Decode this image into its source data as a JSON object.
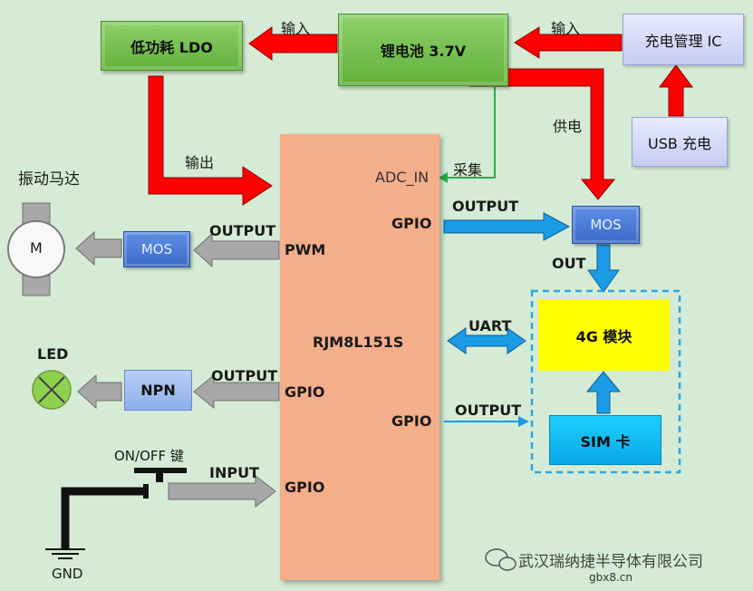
{
  "boxes": {
    "ldo": "低功耗 LDO",
    "battery": "锂电池 3.7V",
    "charge_ic": "充电管理 IC",
    "usb": "USB 充电",
    "mos_top": "MOS",
    "mos_left": "MOS",
    "npn": "NPN",
    "module_4g": "4G 模块",
    "sim": "SIM 卡",
    "mcu": "RJM8L151S",
    "motor": "M"
  },
  "pins": {
    "adc_in": "ADC_IN",
    "gpio_top": "GPIO",
    "pwm": "PWM",
    "gpio_led": "GPIO",
    "gpio_right": "GPIO",
    "gpio_input": "GPIO"
  },
  "labels": {
    "input_ldo": "输入",
    "input_charge": "输入",
    "output_ldo": "输出",
    "supply": "供电",
    "sample": "采集",
    "output_mos": "OUTPUT",
    "out": "OUT",
    "uart": "UART",
    "output_pwm": "OUTPUT",
    "output_npn": "OUTPUT",
    "output_gpio": "OUTPUT",
    "input_key": "INPUT",
    "motor_title": "振动马达",
    "led": "LED",
    "onoff": "ON/OFF 键",
    "gnd": "GND"
  },
  "watermark": {
    "company": "武汉瑞纳捷半导体有限公司",
    "site": "gbx8.cn"
  },
  "colors": {
    "red_arrow": "#ff0000",
    "blue_arrow": "#1b9be6",
    "gray_arrow": "#a8a8a8",
    "green_line": "#22b04a",
    "mcu": "#f4ae8a",
    "module_4g": "#ffff00",
    "sim": "#16c3f5",
    "dashed_border": "#2aa8e6"
  }
}
